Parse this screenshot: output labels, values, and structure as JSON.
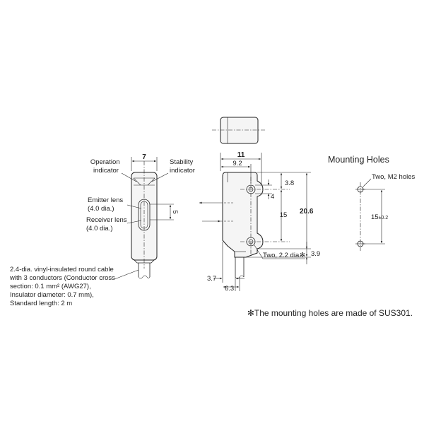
{
  "labels": {
    "operation_indicator": [
      "Operation",
      "indicator"
    ],
    "stability_indicator": [
      "Stability",
      "indicator"
    ],
    "emitter_lens": [
      "Emitter lens",
      "(4.0 dia.)"
    ],
    "receiver_lens": [
      "Receiver lens",
      "(4.0 dia.)"
    ],
    "cable_note": [
      "2.4-dia. vinyl-insulated round cable",
      "with 3 conductors (Conductor cross",
      "section: 0.1 mm² (AWG27),",
      "Insulator diameter: 0.7 mm),",
      "Standard length: 2 m"
    ],
    "mounting_holes_title": "Mounting Holes",
    "two_m2_holes": "Two, M2 holes",
    "two_22_dia": "Two, 2.2 dia.",
    "asterisk": "✻",
    "footnote": "✻The mounting holes are made of SUS301."
  },
  "dimensions": {
    "front_width": "7",
    "lens_spacing": "5",
    "side_width": "11",
    "side_9_2": "9.2",
    "hole_top_offset": "3.8",
    "hole_dia_4": "4",
    "hole_spacing": "15",
    "overall_height": "20.6",
    "bottom_offset": "3.9",
    "cable_offset": "3.7",
    "cable_offset_2": "6.3",
    "mount_spacing": "15",
    "mount_tolerance": "±0.2"
  }
}
